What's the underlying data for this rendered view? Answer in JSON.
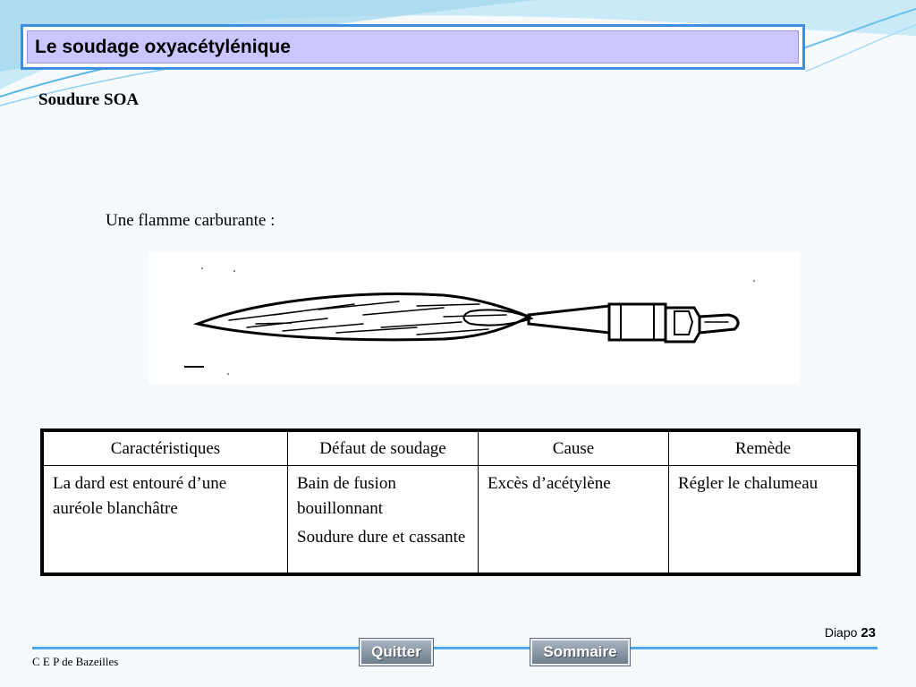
{
  "slide": {
    "title": "Le soudage oxyacétylénique",
    "subtitle": "Soudure SOA",
    "flame_label": "Une flamme carburante :"
  },
  "table": {
    "headers": [
      "Caractéristiques",
      "Défaut de soudage",
      "Cause",
      "Remède"
    ],
    "row": {
      "characteristic": "La dard est entouré d’une auréole blanchâtre",
      "defect_1": "Bain de fusion bouillonnant",
      "defect_2": "Soudure dure et cassante",
      "cause": "Excès d’acétylène",
      "remedy": "Régler le chalumeau"
    }
  },
  "footer": {
    "slide_label": "Diapo",
    "slide_number": "23",
    "organization": "C E P de Bazeilles",
    "quit_label": "Quitter",
    "menu_label": "Sommaire"
  },
  "colors": {
    "title_fill": "#ccc6ff",
    "title_border": "#3f8fe0",
    "accent_line": "#4aa9e8"
  }
}
